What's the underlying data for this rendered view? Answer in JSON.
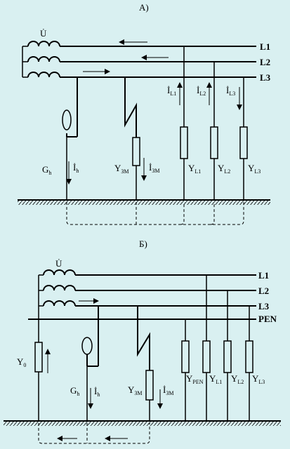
{
  "diagram_a": {
    "title": "А)",
    "source_label": "U̇",
    "lines": [
      "L1",
      "L2",
      "L3"
    ],
    "gen": {
      "main": "G",
      "sub": "h"
    },
    "gen_current": {
      "main": "İ",
      "sub": "h"
    },
    "fault": {
      "main": "Y",
      "sub": "ЗМ"
    },
    "fault_current": {
      "main": "İ",
      "sub": "ЗМ"
    },
    "line_currents": [
      {
        "main": "İ",
        "sub": "L1"
      },
      {
        "main": "İ",
        "sub": "L2"
      },
      {
        "main": "İ",
        "sub": "L3"
      }
    ],
    "loads": [
      {
        "main": "Y",
        "sub": "L1"
      },
      {
        "main": "Y",
        "sub": "L2"
      },
      {
        "main": "Y",
        "sub": "L3"
      }
    ]
  },
  "diagram_b": {
    "title": "Б)",
    "source_label": "U̇",
    "lines": [
      "L1",
      "L2",
      "L3",
      "PEN"
    ],
    "neutral": {
      "main": "Y",
      "sub": "0"
    },
    "gen": {
      "main": "G",
      "sub": "h"
    },
    "gen_current": {
      "main": "İ",
      "sub": "h"
    },
    "fault": {
      "main": "Y",
      "sub": "ЗМ"
    },
    "fault_current": {
      "main": "İ",
      "sub": "ЗМ"
    },
    "loads": [
      {
        "main": "Y",
        "sub": "PEN"
      },
      {
        "main": "Y",
        "sub": "L1"
      },
      {
        "main": "Y",
        "sub": "L2"
      },
      {
        "main": "Y",
        "sub": "L3"
      }
    ]
  }
}
